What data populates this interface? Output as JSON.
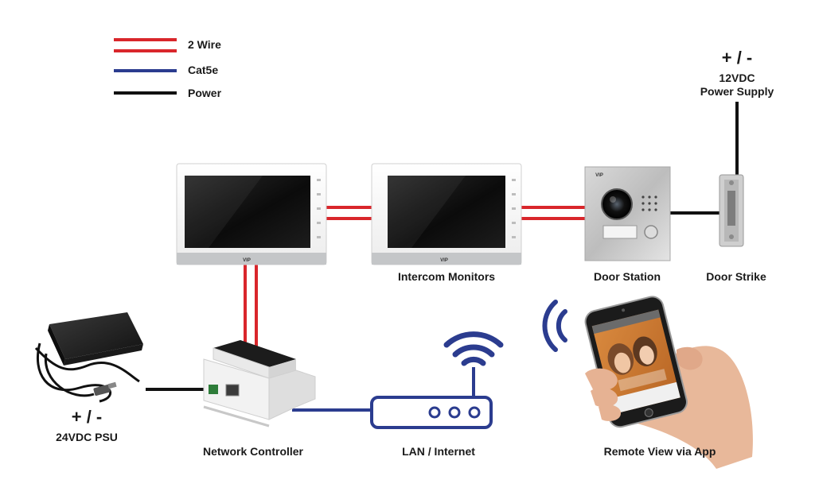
{
  "legend": {
    "items": [
      {
        "label": "2 Wire",
        "color": "#d9262b",
        "double": true
      },
      {
        "label": "Cat5e",
        "color": "#2b3c8f",
        "double": false
      },
      {
        "label": "Power",
        "color": "#111111",
        "double": false
      }
    ]
  },
  "labels": {
    "psu24_sign": "+ / -",
    "psu24": "24VDC PSU",
    "psu12_sign": "+ / -",
    "psu12_line1": "12VDC",
    "psu12_line2": "Power Supply",
    "intercom_monitors": "Intercom Monitors",
    "door_station": "Door Station",
    "door_strike": "Door Strike",
    "network_controller": "Network Controller",
    "lan_internet": "LAN / Internet",
    "remote_view": "Remote View via App"
  },
  "brand": "VIP",
  "colors": {
    "two_wire": "#d9262b",
    "cat5e": "#2b3c8f",
    "power": "#111111",
    "wifi": "#2b3c8f"
  }
}
